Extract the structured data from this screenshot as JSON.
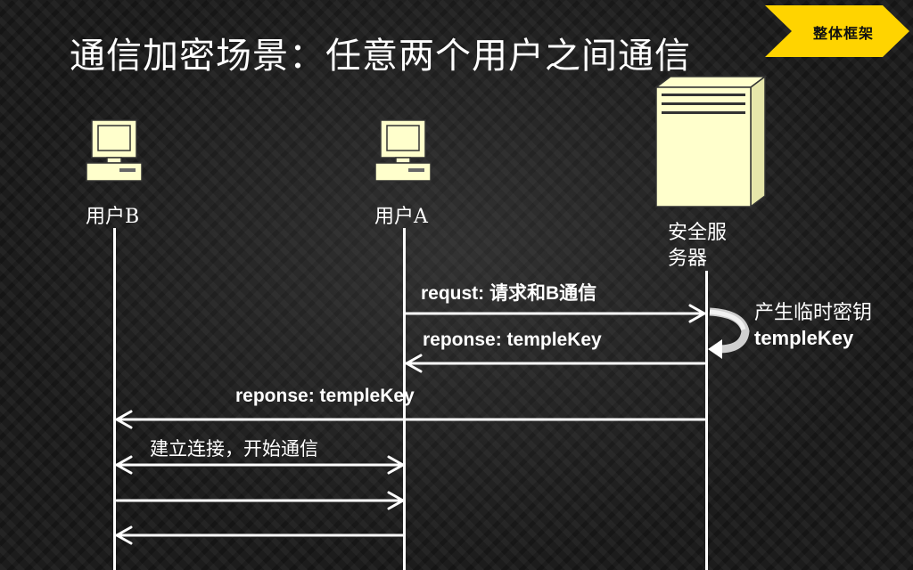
{
  "title": "通信加密场景：任意两个用户之间通信",
  "badge": {
    "label": "整体框架"
  },
  "actors": {
    "user_b": "用户B",
    "user_a": "用户A",
    "server_line1": "安全服",
    "server_line2": "务器"
  },
  "messages": {
    "request": "requst: 请求和B通信",
    "response_to_a": "reponse: templeKey",
    "response_to_b": "reponse: templeKey",
    "establish": "建立连接，开始通信"
  },
  "note": {
    "line1": "产生临时密钥",
    "line2": "templeKey"
  },
  "colors": {
    "accent_yellow": "#FFD400",
    "device_fill": "#FFFFCC",
    "line": "#FFFFFF"
  }
}
